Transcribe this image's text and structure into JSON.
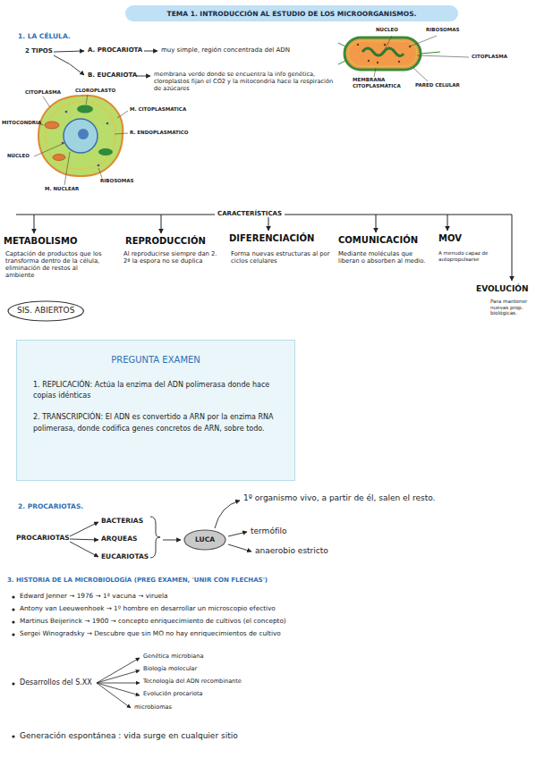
{
  "diagram": {
    "title": "TEMA 1. INTRODUCCIÓN AL ESTUDIO DE LOS MICROORGANISMOS.",
    "nodes": [
      {
        "text": [
          "SIS. ABIERTOS"
        ]
      },
      {
        "text": [
          "PREGUNTA EXAMEN",
          "1. REPLICACIÓN: Actúa la enzima del ADN polimerasa donde hace copias idénticas",
          "2. TRANSCRIPCIÓN: El ADN es convertido a ARN por la enzima RNA polimerasa, donde codifica genes concretos de ARN, sobre todo."
        ]
      },
      {
        "text": [
          "LUCA"
        ]
      }
    ],
    "labels": [
      "1. LA CÉLULA.",
      "2 TIPOS",
      "A. PROCARIOTA",
      "muy simple, región concentrada del ADN",
      "B. EUCARIOTA",
      "membrana verde donde se encuentra la info genética, cloroplastos fijan el CO2 y la mitocondria hace la respiración de azúcares",
      "NÚCLEO",
      "RIBOSOMAS",
      "CITOPLASMA",
      "MEMBRANA CITOPLASMÁTICA",
      "PARED CELULAR",
      "CITOPLASMA",
      "CLOROPLASTO",
      "MITOCONDRIA",
      "M. CITOPLASMÁTICA",
      "R. ENDOPLASMÁTICO",
      "NÚCLEO",
      "RIBOSOMAS",
      "M. NUCLEAR",
      "CARACTERÍSTICAS",
      "METABOLISMO",
      "Captación de productos que los transforma dentro de la célula, eliminación de restos al ambiente",
      "REPRODUCCIÓN",
      "Al reproducirse siempre dan 2. 2ª la espora no se duplica",
      "DIFERENCIACIÓN",
      "Forma nuevas estructuras al por ciclos celulares",
      "COMUNICACIÓN",
      "Mediante moléculas que liberan o absorben al medio.",
      "MOV",
      "A menudo capaz de autopropulsarse",
      "EVOLUCIÓN",
      "Para mantener nuevas prop. biológicas.",
      "2. PROCARIOTAS.",
      "PROCARIOTAS",
      "BACTERIAS",
      "ARQUEAS",
      "EUCARIOTAS",
      "1º organismo vivo, a partir de él, salen el resto.",
      "termófilo",
      "anaerobio estricto",
      "3. HISTORIA DE LA MICROBIOLOGÍA (PREG EXAMEN, 'UNIR CON FLECHAS')",
      "Edward Jenner → 1976 → 1ª vacuna → viruela",
      "Antony van Leeuwenhoek → 1º hombre en desarrollar un microscopio efectivo",
      "Martinus Beijerinck → 1900 → concepto enriquecimiento de cultivos (el concepto)",
      "Sergei Winogradsky → Descubre que sin MO no hay enriquecimientos de cultivo",
      "Desarrollos del S.XX",
      "Genética microbiana",
      "Biología molecular",
      "Tecnología del ADN recombinante",
      "Evolución procariota",
      "microbiomas",
      "Generación espontánea : vida surge en cualquier sitio"
    ]
  }
}
